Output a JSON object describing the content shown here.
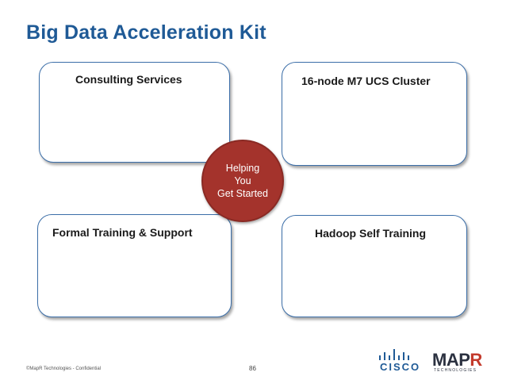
{
  "title": "Big Data Acceleration Kit",
  "boxes": {
    "top_left": "Consulting Services",
    "top_right": "16-node M7 UCS Cluster",
    "bottom_left": "Formal Training & Support",
    "bottom_right": "Hadoop Self Training"
  },
  "center": {
    "lines": [
      "Helping",
      "You",
      "Get Started"
    ]
  },
  "footer": {
    "copyright": "©MapR Technologies - Confidential",
    "page_number": "86"
  },
  "logos": {
    "cisco": "CISCO",
    "mapr_main": "MAP",
    "mapr_r": "R",
    "mapr_sub": "TECHNOLOGIES"
  },
  "colors": {
    "title": "#1f5a96",
    "box_border": "#3b6ea8",
    "center_fill": "#a4332c"
  }
}
